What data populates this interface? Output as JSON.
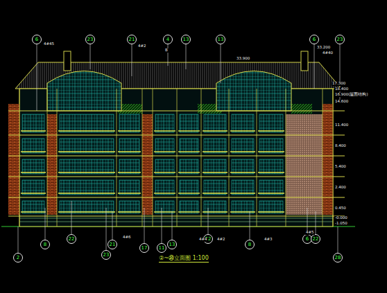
{
  "diagram": {
    "caption": "②~㉚立面图 1:100",
    "nodes": [
      {
        "text": [
          "6"
        ]
      },
      {
        "text": [
          "23"
        ]
      },
      {
        "text": [
          "21"
        ]
      },
      {
        "text": [
          "4"
        ]
      },
      {
        "text": [
          "13"
        ]
      },
      {
        "text": [
          "13"
        ]
      },
      {
        "text": [
          "6"
        ]
      },
      {
        "text": [
          "23"
        ]
      },
      {
        "text": [
          "8"
        ]
      },
      {
        "text": [
          "22"
        ]
      },
      {
        "text": [
          "23"
        ]
      },
      {
        "text": [
          "21"
        ]
      },
      {
        "text": [
          "17"
        ]
      },
      {
        "text": [
          "11"
        ]
      },
      {
        "text": [
          "13"
        ]
      },
      {
        "text": [
          "22"
        ]
      },
      {
        "text": [
          "8"
        ]
      },
      {
        "text": [
          "6"
        ]
      },
      {
        "text": [
          "22"
        ]
      },
      {
        "text": [
          "2"
        ]
      },
      {
        "text": [
          "28"
        ]
      }
    ],
    "labels": [
      "4#45",
      "4#2",
      "B",
      "33.900",
      "4#40",
      "33.200",
      "17.300",
      "18.400",
      "16.900(屋面结构)",
      "14.600",
      "11.400",
      "8.400",
      "5.400",
      "2.400",
      "0.450",
      "-0.000",
      "-1.050",
      "4#6",
      "4#2",
      "4#4",
      "4#3",
      "4#5"
    ]
  }
}
